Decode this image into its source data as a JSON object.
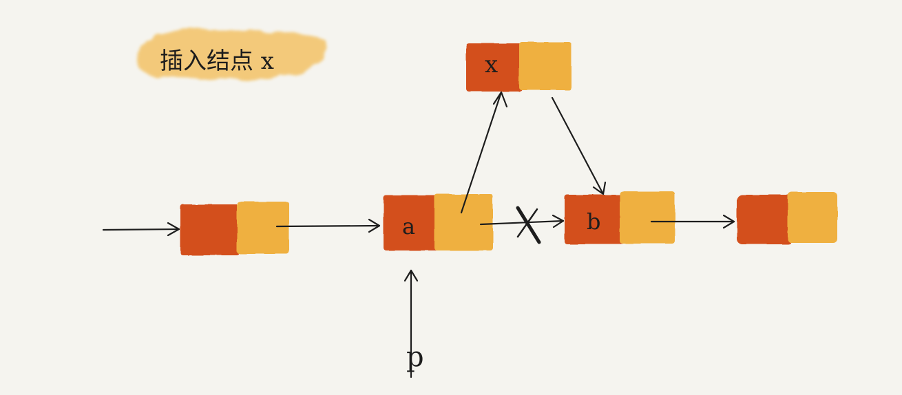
{
  "diagram": {
    "title": "插入结点 x",
    "nodes": {
      "x": {
        "label": "x"
      },
      "a": {
        "label": "a"
      },
      "b": {
        "label": "b"
      }
    },
    "pointer_label": "p",
    "colors": {
      "data": "#d3501f",
      "next": "#efb03f",
      "highlight": "#f3c266",
      "stroke": "#1d1d1d",
      "background": "#f5f4ef"
    }
  }
}
